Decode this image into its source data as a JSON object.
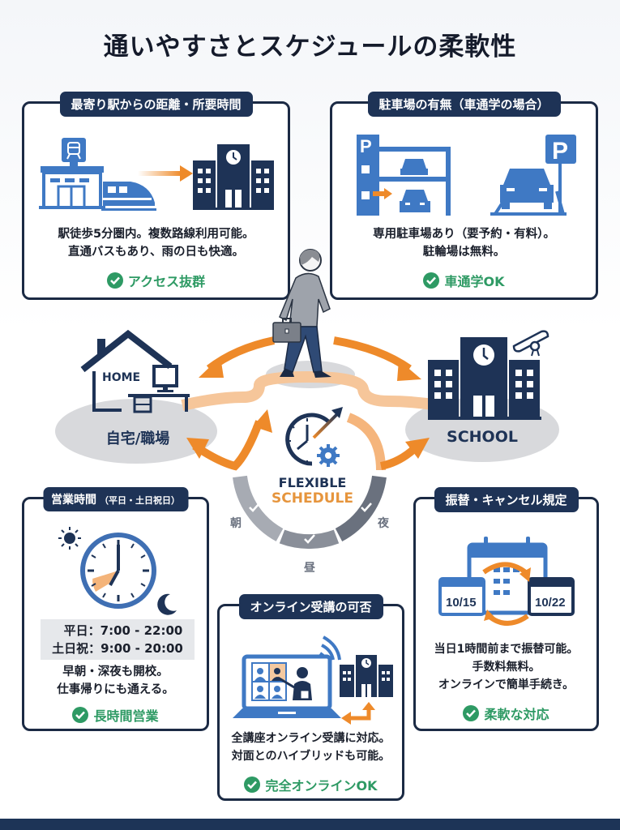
{
  "title": "通いやすさとスケジュールの柔軟性",
  "colors": {
    "navy": "#1e3356",
    "blue": "#3f79c4",
    "orange": "#ee8a2a",
    "green": "#2e9a64",
    "gray": "#d8d9dc"
  },
  "cards": {
    "access": {
      "header": "最寄り駅からの距離・所要時間",
      "lines": [
        "駅徒歩5分圏内。複数路線利用可能。",
        "直通バスもあり、雨の日も快適。"
      ],
      "badge": "アクセス抜群",
      "icons": [
        "train-station-icon",
        "train-icon",
        "arrow-right-icon",
        "school-building-icon"
      ]
    },
    "parking": {
      "header": "駐車場の有無（車通学の場合）",
      "lines": [
        "専用駐車場あり（要予約・有料）。",
        "駐輪場は無料。"
      ],
      "badge": "車通学OK",
      "icons": [
        "parking-garage-icon",
        "car-icon",
        "parking-sign-icon"
      ],
      "sign_letter": "P"
    },
    "hours": {
      "header": "営業時間",
      "header_sub": "（平日・土日祝日）",
      "schedule": [
        {
          "label": "平日",
          "time": "7:00 - 22:00"
        },
        {
          "label": "土日祝",
          "time": "9:00 - 20:00"
        }
      ],
      "separator": "：",
      "lines": [
        "早朝・深夜も開校。",
        "仕事帰りにも通える。"
      ],
      "badge": "長時間営業"
    },
    "online": {
      "header": "オンライン受講の可否",
      "lines": [
        "全講座オンライン受講に対応。",
        "対面とのハイブリッドも可能。"
      ],
      "badge": "完全オンラインOK"
    },
    "reschedule": {
      "header": "振替・キャンセル規定",
      "dates": [
        "10/15",
        "10/22"
      ],
      "lines": [
        "当日1時間前まで振替可能。",
        "手数料無料。",
        "オンラインで簡単手続き。"
      ],
      "badge": "柔軟な対応"
    }
  },
  "center": {
    "home_label": "HOME",
    "home_place": "自宅/職場",
    "school_label": "SCHOOL",
    "flexible_line1": "FLEXIBLE",
    "flexible_line2": "SCHEDULE",
    "time_segments": [
      "朝",
      "昼",
      "夜"
    ]
  }
}
